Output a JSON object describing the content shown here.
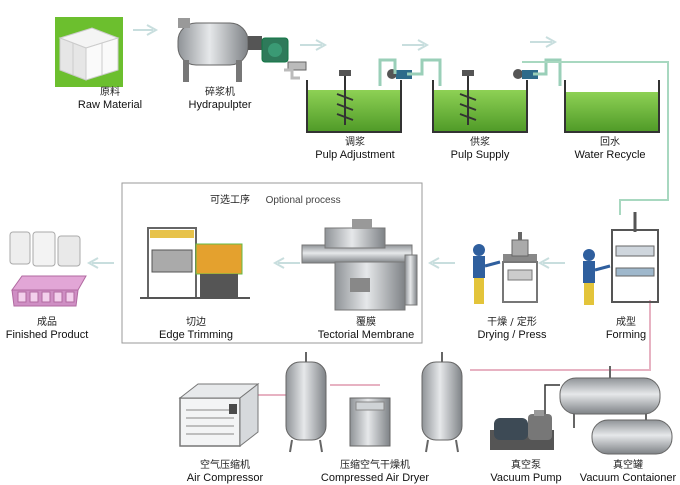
{
  "labels": {
    "raw_material": {
      "cn": "原料",
      "en": "Raw Material"
    },
    "hydrapulpter": {
      "cn": "碎浆机",
      "en": "Hydrapulpter"
    },
    "pulp_adjustment": {
      "cn": "调浆",
      "en": "Pulp Adjustment"
    },
    "pulp_supply": {
      "cn": "供浆",
      "en": "Pulp Supply"
    },
    "water_recycle": {
      "cn": "回水",
      "en": "Water Recycle"
    },
    "optional_process": {
      "cn": "可选工序",
      "en": "Optional process"
    },
    "finished_product": {
      "cn": "成品",
      "en": "Finished Product"
    },
    "edge_trimming": {
      "cn": "切边",
      "en": "Edge Trimming"
    },
    "tectorial_membrane": {
      "cn": "覆膜",
      "en": "Tectorial Membrane"
    },
    "drying_press": {
      "cn": "干燥 / 定形",
      "en": "Drying / Press"
    },
    "forming": {
      "cn": "成型",
      "en": "Forming"
    },
    "air_compressor": {
      "cn": "空气压缩机",
      "en": "Air Compressor"
    },
    "air_dryer": {
      "cn": "压缩空气干燥机",
      "en": "Compressed Air Dryer"
    },
    "vacuum_pump": {
      "cn": "真空泵",
      "en": "Vacuum Pump"
    },
    "vacuum_container": {
      "cn": "真空罐",
      "en": "Vacuum Contaioner"
    }
  },
  "colors": {
    "pulp_green": "#6fbf3a",
    "tank_wall": "#333333",
    "pipe_green": "#a8d8c0",
    "pipe_pink": "#e8b0c0",
    "arrow": "#cfe6e6",
    "steel": "#b9bcbf"
  }
}
